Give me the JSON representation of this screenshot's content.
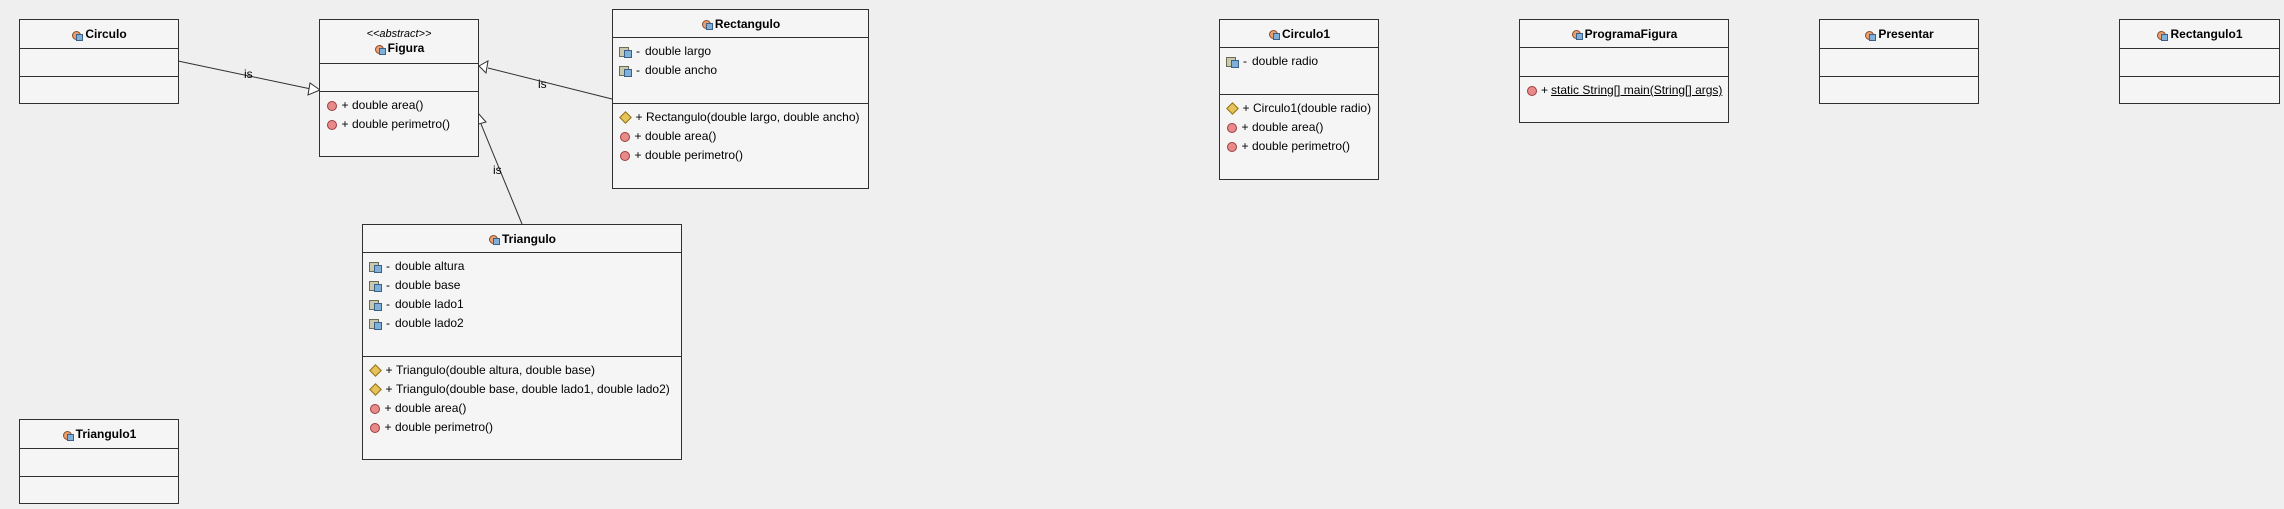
{
  "classes": {
    "circulo": {
      "name": "Circulo"
    },
    "figura": {
      "stereotype": "<<abstract>>",
      "name": "Figura",
      "methods": [
        {
          "vis": "+",
          "sig": "double area()"
        },
        {
          "vis": "+",
          "sig": "double perimetro()"
        }
      ]
    },
    "rectangulo": {
      "name": "Rectangulo",
      "fields": [
        {
          "vis": "-",
          "sig": "double largo"
        },
        {
          "vis": "-",
          "sig": "double ancho"
        }
      ],
      "methods": [
        {
          "vis": "+",
          "sig": "Rectangulo(double largo, double ancho)"
        },
        {
          "vis": "+",
          "sig": "double area()"
        },
        {
          "vis": "+",
          "sig": "double perimetro()"
        }
      ]
    },
    "triangulo": {
      "name": "Triangulo",
      "fields": [
        {
          "vis": "-",
          "sig": "double altura"
        },
        {
          "vis": "-",
          "sig": "double base"
        },
        {
          "vis": "-",
          "sig": "double lado1"
        },
        {
          "vis": "-",
          "sig": "double lado2"
        }
      ],
      "methods": [
        {
          "vis": "+",
          "sig": "Triangulo(double altura, double base)"
        },
        {
          "vis": "+",
          "sig": "Triangulo(double base, double lado1, double lado2)"
        },
        {
          "vis": "+",
          "sig": "double area()"
        },
        {
          "vis": "+",
          "sig": "double perimetro()"
        }
      ]
    },
    "circulo1": {
      "name": "Circulo1",
      "fields": [
        {
          "vis": "-",
          "sig": "double radio"
        }
      ],
      "methods": [
        {
          "vis": "+",
          "sig": "Circulo1(double radio)"
        },
        {
          "vis": "+",
          "sig": "double area()"
        },
        {
          "vis": "+",
          "sig": "double perimetro()"
        }
      ]
    },
    "programafigura": {
      "name": "ProgramaFigura",
      "methods": [
        {
          "vis": "+",
          "sig": "static String[] main(String[] args)"
        }
      ]
    },
    "presentar": {
      "name": "Presentar"
    },
    "rectangulo1": {
      "name": "Rectangulo1"
    },
    "triangulo1": {
      "name": "Triangulo1"
    }
  },
  "relations": [
    {
      "from": "Circulo",
      "to": "Figura",
      "label": "is"
    },
    {
      "from": "Rectangulo",
      "to": "Figura",
      "label": "is"
    },
    {
      "from": "Triangulo",
      "to": "Figura",
      "label": "is"
    }
  ],
  "colors": {
    "background": "#efefef",
    "class_fill": "#f5f5f5",
    "border": "#303030",
    "method_icon": "#e88a8a",
    "constructor_icon": "#e7c258",
    "field_icon": "#c9c9b0"
  },
  "icons": {
    "class": "class-icon",
    "field": "private-field-icon",
    "method": "public-method-icon",
    "constructor": "constructor-icon"
  }
}
